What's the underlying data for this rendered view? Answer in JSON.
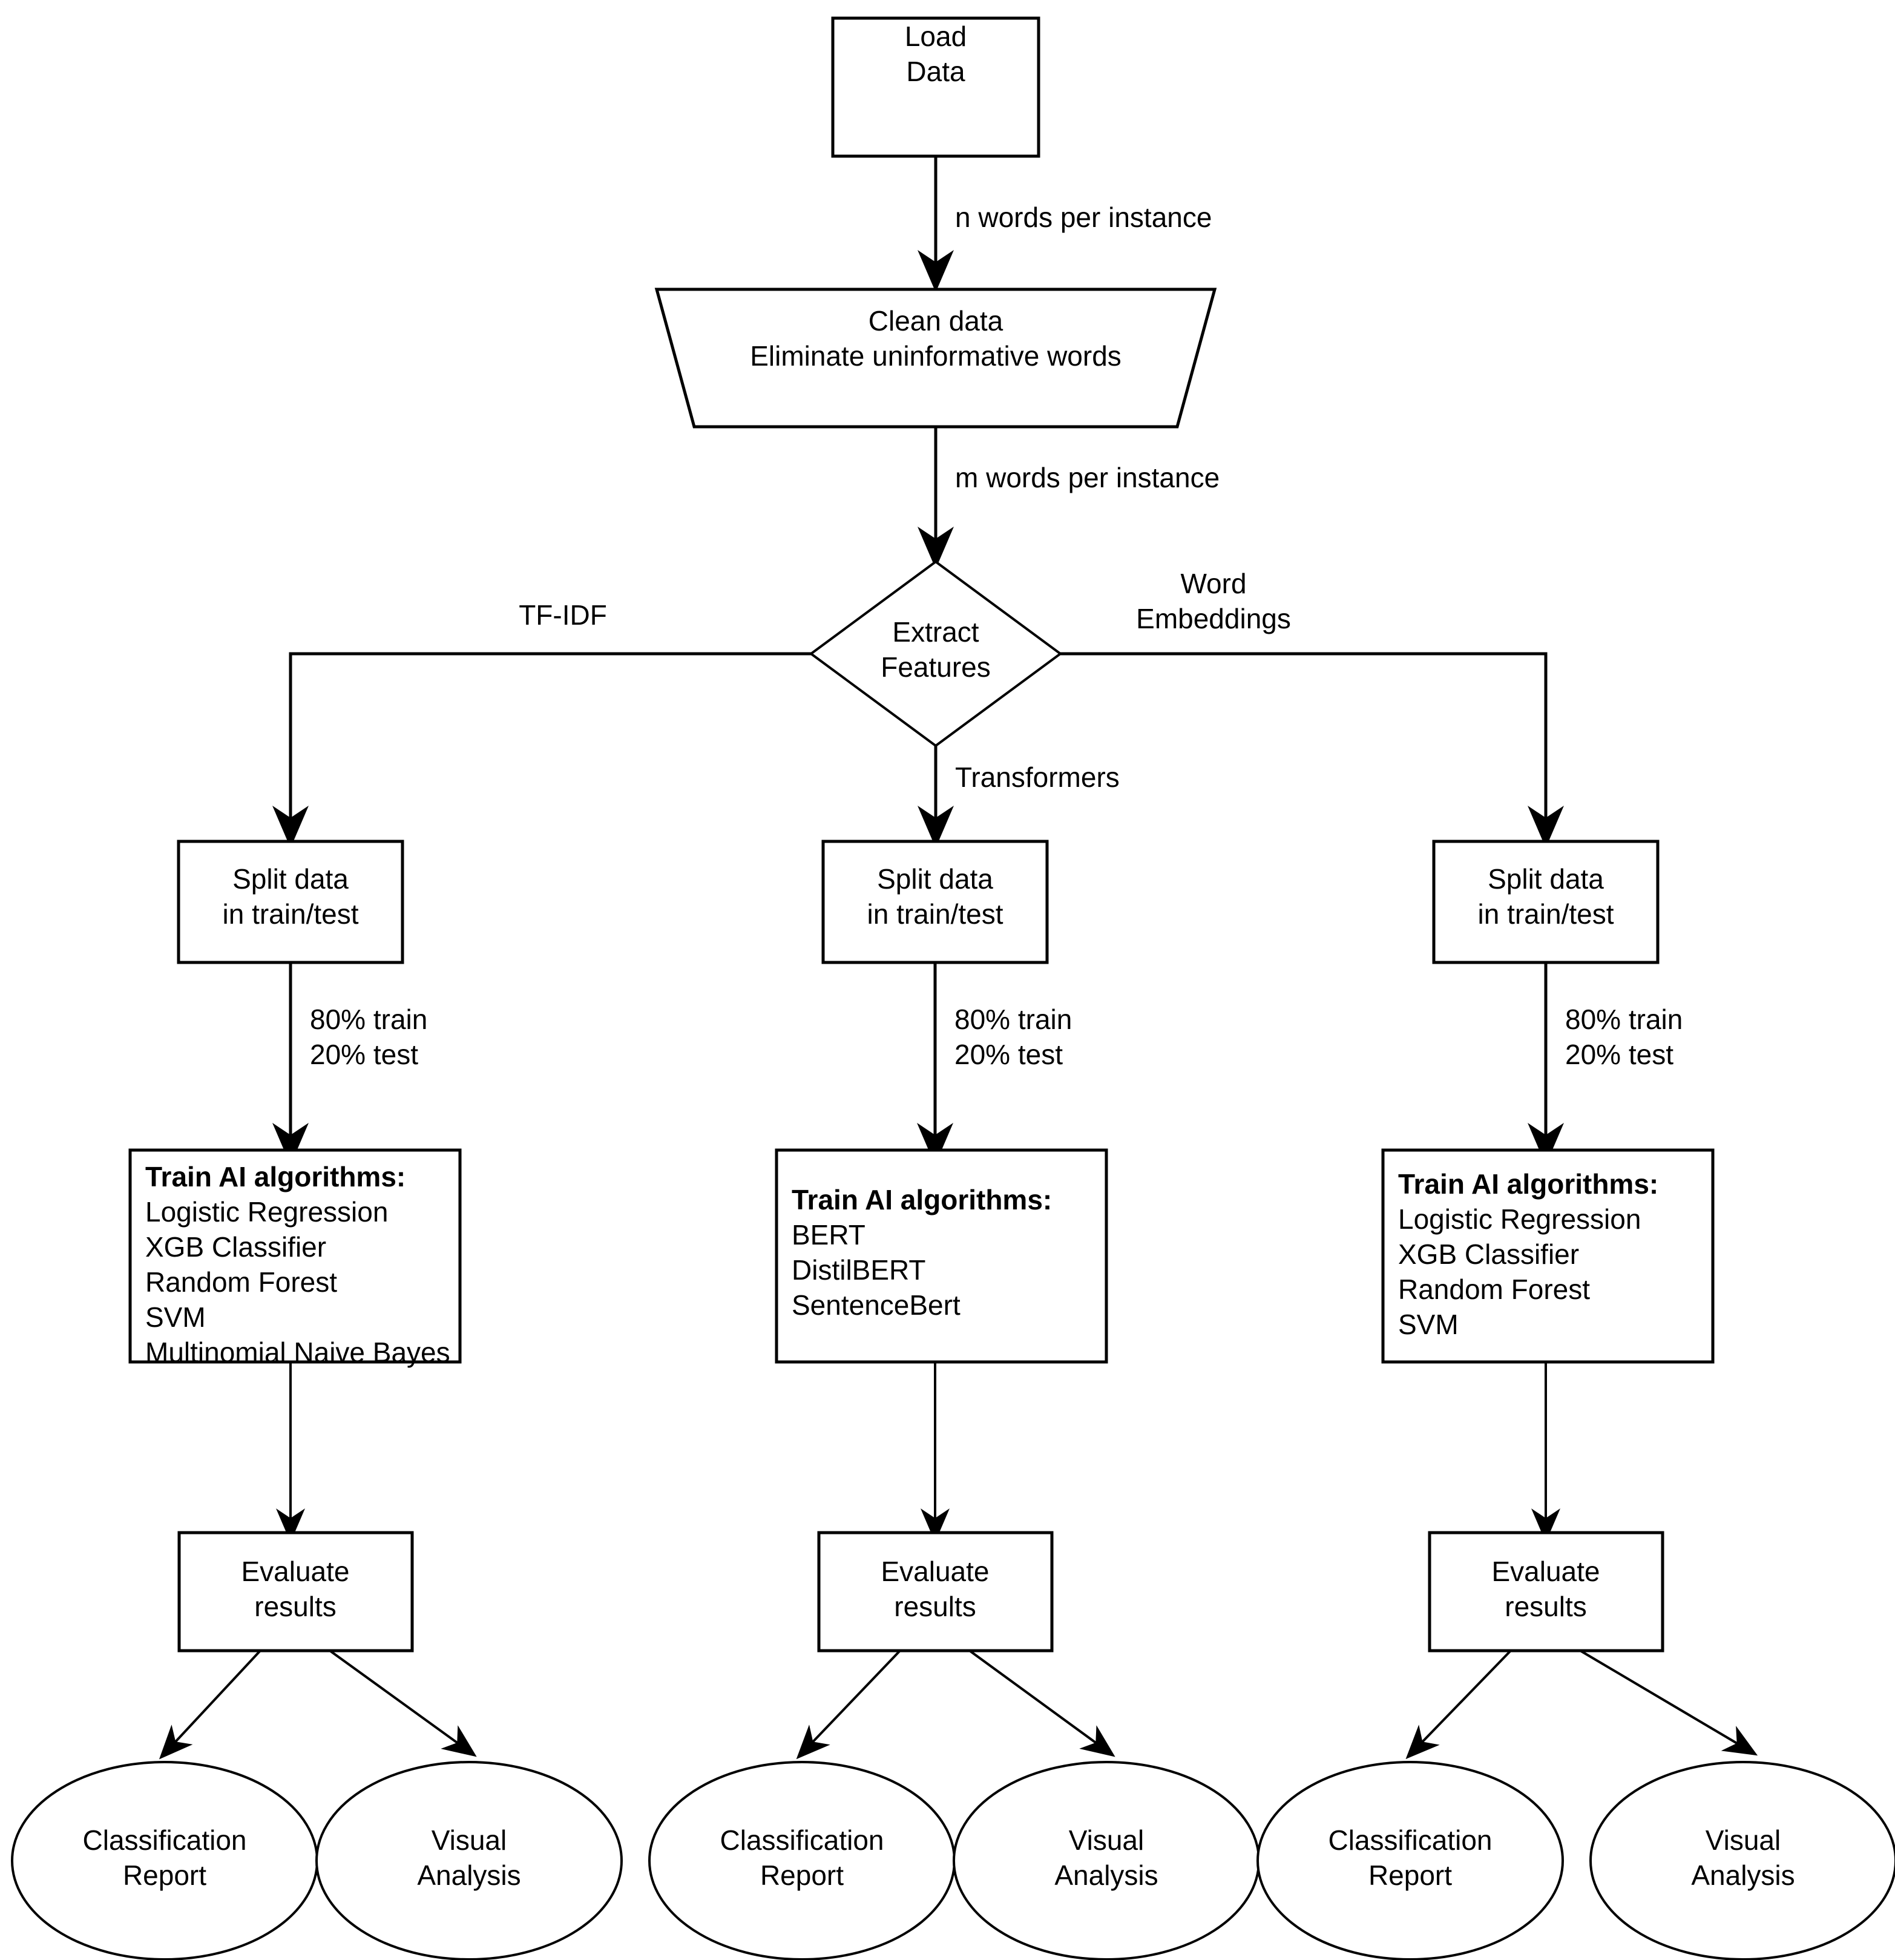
{
  "diagram": {
    "title": "NLP text classification pipeline flowchart",
    "colors": {
      "background": "#ffffff",
      "stroke": "#000000",
      "text": "#000000"
    },
    "start": {
      "line1": "Load",
      "line2": "Data"
    },
    "clean": {
      "line1": "Clean data",
      "line2": "Eliminate uninformative words"
    },
    "decision": {
      "line1": "Extract",
      "line2": "Features"
    },
    "edges": {
      "load_to_clean": "n words per instance",
      "clean_to_extract": "m words per instance",
      "branch_left": "TF-IDF",
      "branch_middle": "Transformers",
      "branch_right_line1": "Word",
      "branch_right_line2": "Embeddings",
      "split_line1": "80% train",
      "split_line2": "20% test"
    },
    "split": {
      "line1": "Split data",
      "line2": "in train/test"
    },
    "evaluate": {
      "line1": "Evaluate",
      "line2": "results"
    },
    "outputs": {
      "report_line1": "Classification",
      "report_line2": "Report",
      "visual_line1": "Visual",
      "visual_line2": "Analysis"
    },
    "branches": [
      {
        "id": "tfidf",
        "train_heading": "Train AI algorithms:",
        "algorithms": [
          "Logistic Regression",
          "XGB Classifier",
          "Random Forest",
          "SVM",
          "Multinomial Naive Bayes"
        ]
      },
      {
        "id": "transformers",
        "train_heading": "Train AI algorithms:",
        "algorithms": [
          "BERT",
          "DistilBERT",
          "SentenceBert"
        ]
      },
      {
        "id": "embeddings",
        "train_heading": "Train AI algorithms:",
        "algorithms": [
          "Logistic Regression",
          "XGB Classifier",
          "Random Forest",
          "SVM"
        ]
      }
    ]
  }
}
